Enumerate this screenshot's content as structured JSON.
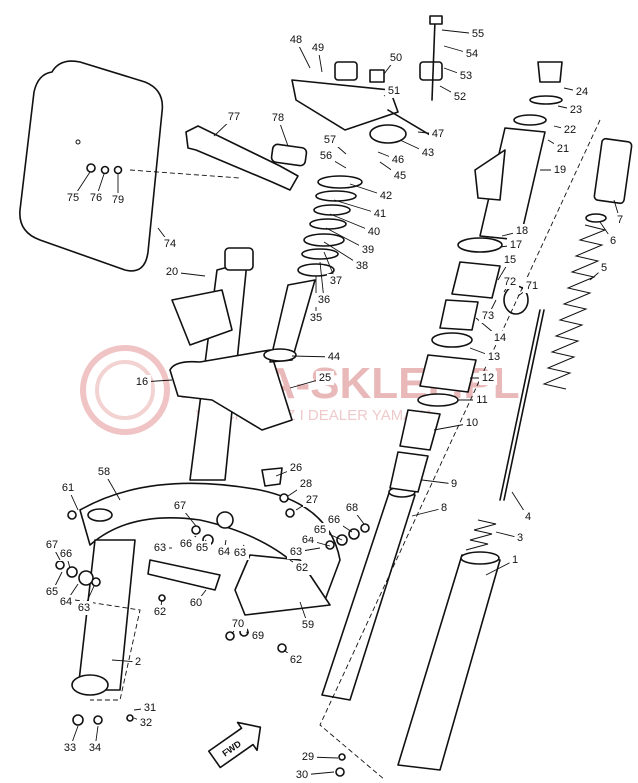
{
  "watermark": {
    "brand": "YAMA-SKLEP.PL",
    "subtitle": "WŁ•CHOWICZ I DEALER YAMAHA"
  },
  "fwd_label": "FWD",
  "parts": [
    {
      "id": "p1",
      "num": "1"
    },
    {
      "id": "p2",
      "num": "2"
    },
    {
      "id": "p3",
      "num": "3"
    },
    {
      "id": "p4",
      "num": "4"
    },
    {
      "id": "p5",
      "num": "5"
    },
    {
      "id": "p6",
      "num": "6"
    },
    {
      "id": "p7",
      "num": "7"
    },
    {
      "id": "p8",
      "num": "8"
    },
    {
      "id": "p9",
      "num": "9"
    },
    {
      "id": "p10",
      "num": "10"
    },
    {
      "id": "p11",
      "num": "11"
    },
    {
      "id": "p12",
      "num": "12"
    },
    {
      "id": "p13",
      "num": "13"
    },
    {
      "id": "p14",
      "num": "14"
    },
    {
      "id": "p15",
      "num": "15"
    },
    {
      "id": "p16",
      "num": "16"
    },
    {
      "id": "p17",
      "num": "17"
    },
    {
      "id": "p18",
      "num": "18"
    },
    {
      "id": "p19",
      "num": "19"
    },
    {
      "id": "p20",
      "num": "20"
    },
    {
      "id": "p21",
      "num": "21"
    },
    {
      "id": "p22",
      "num": "22"
    },
    {
      "id": "p23",
      "num": "23"
    },
    {
      "id": "p24",
      "num": "24"
    },
    {
      "id": "p25",
      "num": "25"
    },
    {
      "id": "p26",
      "num": "26"
    },
    {
      "id": "p27",
      "num": "27"
    },
    {
      "id": "p28",
      "num": "28"
    },
    {
      "id": "p29",
      "num": "29"
    },
    {
      "id": "p30",
      "num": "30"
    },
    {
      "id": "p31",
      "num": "31"
    },
    {
      "id": "p32",
      "num": "32"
    },
    {
      "id": "p33",
      "num": "33"
    },
    {
      "id": "p34",
      "num": "34"
    },
    {
      "id": "p35",
      "num": "35"
    },
    {
      "id": "p36",
      "num": "36"
    },
    {
      "id": "p37",
      "num": "37"
    },
    {
      "id": "p38",
      "num": "38"
    },
    {
      "id": "p39",
      "num": "39"
    },
    {
      "id": "p40",
      "num": "40"
    },
    {
      "id": "p41",
      "num": "41"
    },
    {
      "id": "p42",
      "num": "42"
    },
    {
      "id": "p43",
      "num": "43"
    },
    {
      "id": "p44",
      "num": "44"
    },
    {
      "id": "p45",
      "num": "45"
    },
    {
      "id": "p46",
      "num": "46"
    },
    {
      "id": "p47",
      "num": "47"
    },
    {
      "id": "p48",
      "num": "48"
    },
    {
      "id": "p49",
      "num": "49"
    },
    {
      "id": "p50",
      "num": "50"
    },
    {
      "id": "p51",
      "num": "51"
    },
    {
      "id": "p52",
      "num": "52"
    },
    {
      "id": "p53",
      "num": "53"
    },
    {
      "id": "p54",
      "num": "54"
    },
    {
      "id": "p55",
      "num": "55"
    },
    {
      "id": "p56",
      "num": "56"
    },
    {
      "id": "p57",
      "num": "57"
    },
    {
      "id": "p58",
      "num": "58"
    },
    {
      "id": "p59",
      "num": "59"
    },
    {
      "id": "p60",
      "num": "60"
    },
    {
      "id": "p61",
      "num": "61"
    },
    {
      "id": "p62a",
      "num": "62"
    },
    {
      "id": "p62b",
      "num": "62"
    },
    {
      "id": "p62c",
      "num": "62"
    },
    {
      "id": "p63a",
      "num": "63"
    },
    {
      "id": "p63b",
      "num": "63"
    },
    {
      "id": "p63c",
      "num": "63"
    },
    {
      "id": "p63d",
      "num": "63"
    },
    {
      "id": "p64a",
      "num": "64"
    },
    {
      "id": "p64b",
      "num": "64"
    },
    {
      "id": "p64c",
      "num": "64"
    },
    {
      "id": "p65a",
      "num": "65"
    },
    {
      "id": "p65b",
      "num": "65"
    },
    {
      "id": "p65c",
      "num": "65"
    },
    {
      "id": "p66a",
      "num": "66"
    },
    {
      "id": "p66b",
      "num": "66"
    },
    {
      "id": "p66c",
      "num": "66"
    },
    {
      "id": "p67a",
      "num": "67"
    },
    {
      "id": "p67b",
      "num": "67"
    },
    {
      "id": "p68",
      "num": "68"
    },
    {
      "id": "p69",
      "num": "69"
    },
    {
      "id": "p70",
      "num": "70"
    },
    {
      "id": "p71",
      "num": "71"
    },
    {
      "id": "p72",
      "num": "72"
    },
    {
      "id": "p73",
      "num": "73"
    },
    {
      "id": "p74",
      "num": "74"
    },
    {
      "id": "p75",
      "num": "75"
    },
    {
      "id": "p76",
      "num": "76"
    },
    {
      "id": "p77",
      "num": "77"
    },
    {
      "id": "p78",
      "num": "78"
    },
    {
      "id": "p79",
      "num": "79"
    }
  ]
}
